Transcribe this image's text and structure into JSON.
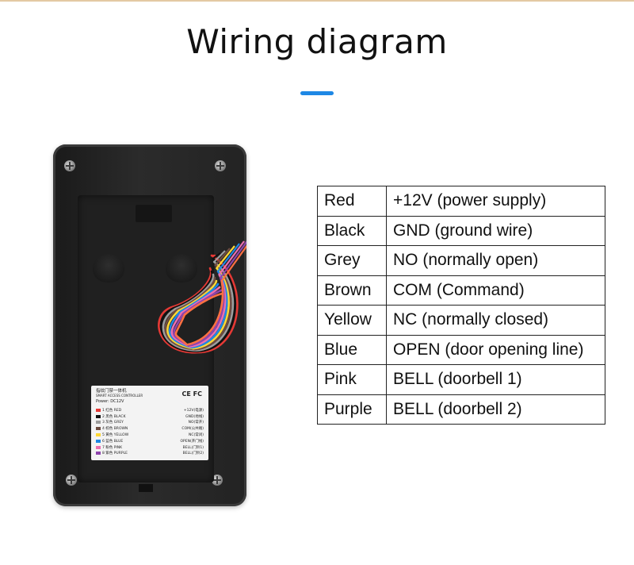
{
  "title": "Wiring diagram",
  "accent_color": "#1e88e5",
  "table": {
    "rows": [
      {
        "color": "Red",
        "function": "+12V (power supply)"
      },
      {
        "color": "Black",
        "function": "GND (ground wire)"
      },
      {
        "color": "Grey",
        "function": "NO (normally open)"
      },
      {
        "color": "Brown",
        "function": "COM (Command)"
      },
      {
        "color": "Yellow",
        "function": "NC (normally closed)"
      },
      {
        "color": "Blue",
        "function": "OPEN (door opening line)"
      },
      {
        "color": "Pink",
        "function": "BELL (doorbell 1)"
      },
      {
        "color": "Purple",
        "function": "BELL (doorbell 2)"
      }
    ]
  },
  "device_label": {
    "heading": "指纹门禁一体机",
    "subheading": "SMART ACCESS CONTROLLER",
    "marks": "CE FC",
    "power": "Power: DC12V",
    "rows": [
      {
        "left": "1 红色 RED",
        "right": "+12V(电源)",
        "swatch": "#e53935"
      },
      {
        "left": "2 黑色 BLACK",
        "right": "GND(地线)",
        "swatch": "#111111"
      },
      {
        "left": "3 灰色 GREY",
        "right": "NO(常开)",
        "swatch": "#9e9e9e"
      },
      {
        "left": "4 棕色 BROWN",
        "right": "COM(公共端)",
        "swatch": "#6d4c41"
      },
      {
        "left": "5 黄色 YELLOW",
        "right": "NC(常闭)",
        "swatch": "#fdd835"
      },
      {
        "left": "6 蓝色 BLUE",
        "right": "OPEN(开门线)",
        "swatch": "#1e88e5"
      },
      {
        "left": "7 粉色 PINK",
        "right": "BELL(门铃1)",
        "swatch": "#ec6fb0"
      },
      {
        "left": "8 紫色 PURPLE",
        "right": "BELL(门铃2)",
        "swatch": "#8e44ad"
      }
    ]
  },
  "wire_colors": [
    "#e53935",
    "#111111",
    "#9e9e9e",
    "#6d4c41",
    "#fdd835",
    "#1e88e5",
    "#ec6fb0",
    "#8e44ad",
    "#ff7043"
  ]
}
